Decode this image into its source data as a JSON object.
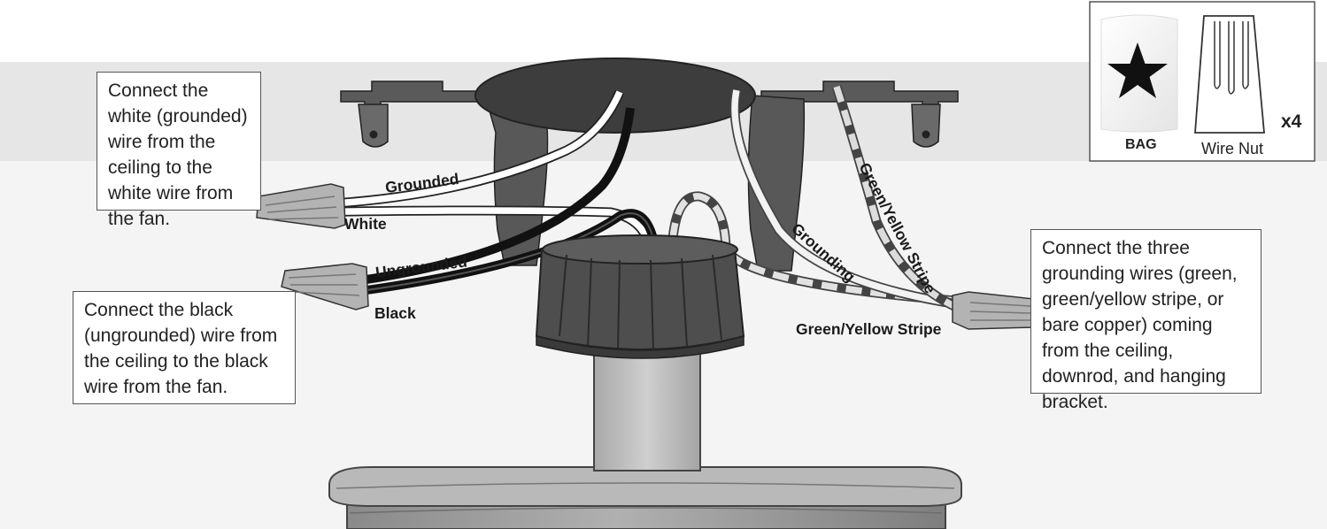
{
  "callouts": {
    "white": "Connect the white (grounded) wire from the ceiling to the white wire from the fan.",
    "black": "Connect the black (ungrounded) wire from the ceiling to the black wire from the fan.",
    "ground": "Connect the three grounding wires (green, green/yellow stripe, or bare copper) coming from the ceiling, downrod, and hanging bracket."
  },
  "wire_labels": {
    "grounded": "Grounded",
    "white": "White",
    "ungrounded": "Ungrounded",
    "black": "Black",
    "grounding": "Grounding",
    "stripe_top": "Green/Yellow Stripe",
    "stripe_bottom": "Green/Yellow Stripe"
  },
  "parts_box": {
    "bag_label": "BAG",
    "nut_label": "Wire Nut",
    "quantity": "x4"
  },
  "colors": {
    "ceiling_band": "#e6e6e6",
    "wall": "#f4f4f4",
    "canopy": "#3d3d3d",
    "bracket": "#555555",
    "downrod": "#c2c2c2",
    "housing": "#9c9c9c",
    "wire_nut": "#b3b3b3"
  }
}
